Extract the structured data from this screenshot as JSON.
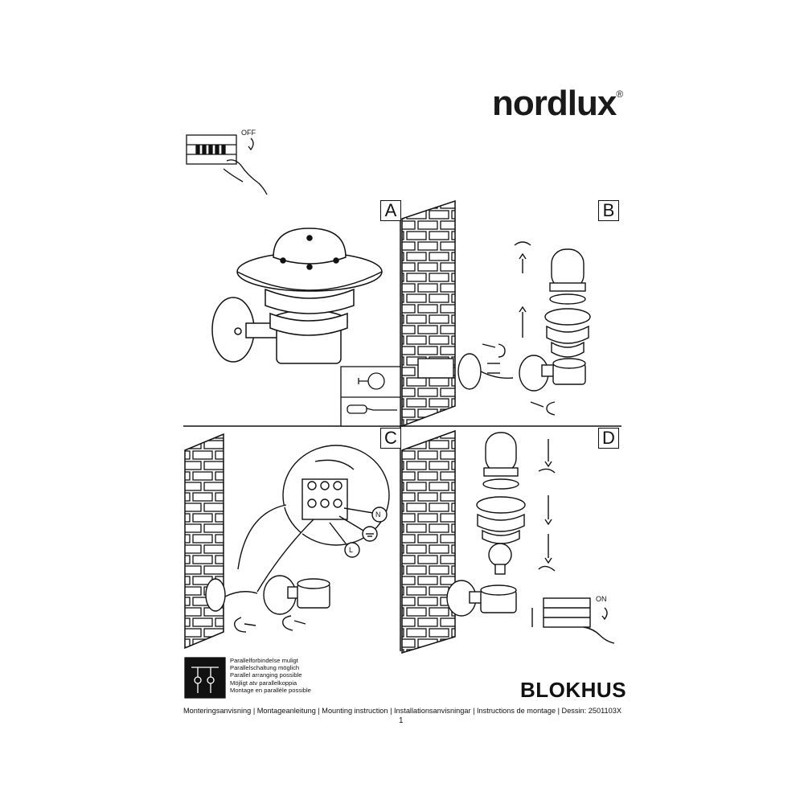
{
  "brand": {
    "name": "nordlux",
    "mark": "®"
  },
  "panels": [
    {
      "label": "A"
    },
    {
      "label": "B"
    },
    {
      "label": "C"
    },
    {
      "label": "D"
    }
  ],
  "switch_labels": {
    "off": "OFF",
    "on": "ON"
  },
  "wiring_labels": {
    "neutral": "N",
    "live": "L"
  },
  "parallel_note": [
    "Parallelforbindelse muligt",
    "Parallelschaltung möglich",
    "Parallel arranging possible",
    "Möjligt atv parallelkoppia",
    "Montage en parallèle possible"
  ],
  "product_name": "BLOKHUS",
  "footer_text": "Monteringsanvisning | Montageanleitung | Mounting instruction | Installationsanvisningar | Instructions de montage | Dessin: 2501103X",
  "page_number": "1"
}
